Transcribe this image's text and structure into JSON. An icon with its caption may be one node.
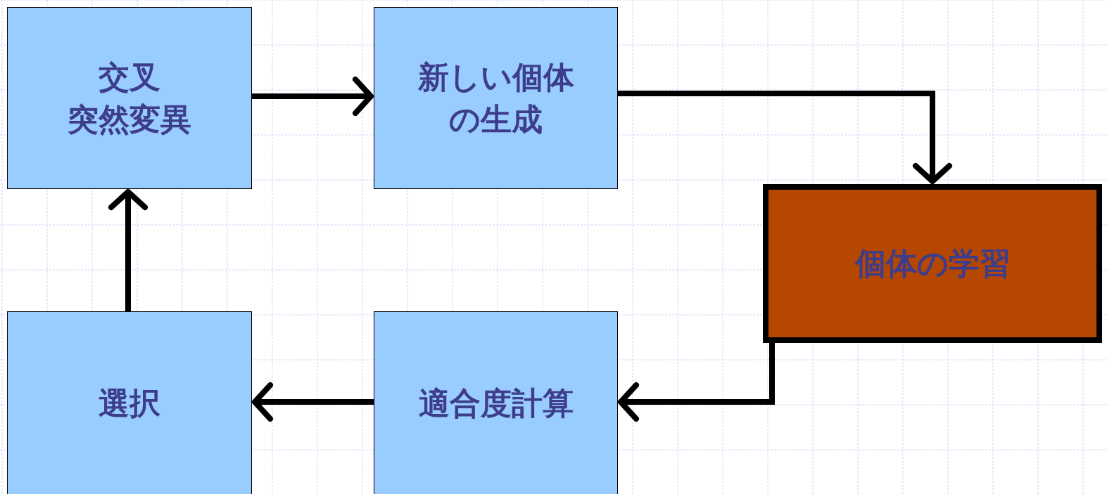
{
  "diagram": {
    "nodes": [
      {
        "text": [
          "交叉",
          "突然変異"
        ]
      },
      {
        "text": [
          "新しい個体の生成"
        ]
      },
      {
        "text": [
          "個体の学習"
        ]
      },
      {
        "text": [
          "選択"
        ]
      },
      {
        "text": [
          "適合度計算"
        ]
      }
    ],
    "edges": [
      {
        "from": 0,
        "to": 1,
        "arrow": "to"
      },
      {
        "from": 1,
        "to": 2,
        "arrow": "to"
      },
      {
        "from": 2,
        "to": 4,
        "arrow": "to"
      },
      {
        "from": 4,
        "to": 3,
        "arrow": "to"
      },
      {
        "from": 3,
        "to": 0,
        "arrow": "to"
      }
    ]
  }
}
